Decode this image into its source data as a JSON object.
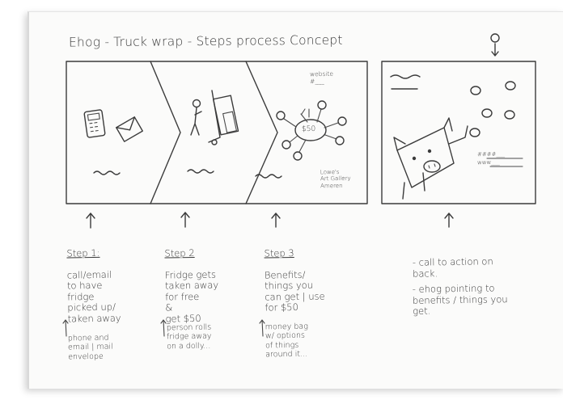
{
  "title": "Ehog - Truck wrap - Steps process Concept",
  "panel_texts": {
    "website": "website\n#___",
    "price": "$50",
    "credits": "Lowe's\nArt Gallery\nAmeren",
    "asterisk": "*",
    "pig_note_1": "####___",
    "pig_note_2": "www___"
  },
  "steps": [
    {
      "heading": "Step 1:",
      "body": "call/email\nto have\nfridge\npicked up/\ntaken away",
      "note": "phone and\nemail | mail\nenvelope"
    },
    {
      "heading": "Step 2",
      "body": "Fridge gets\ntaken away\nfor free\n&\nget $50",
      "note": "person rolls\nfridge away\non a dolly..."
    },
    {
      "heading": "Step 3",
      "body": "Benefits/\nthings you\ncan get | use\nfor $50",
      "note": "money bag\nw/ options\nof things\naround it..."
    }
  ],
  "back_notes": [
    "- call to action on\n  back.",
    "- ehog pointing to\n  benefits / things you\n  get."
  ]
}
